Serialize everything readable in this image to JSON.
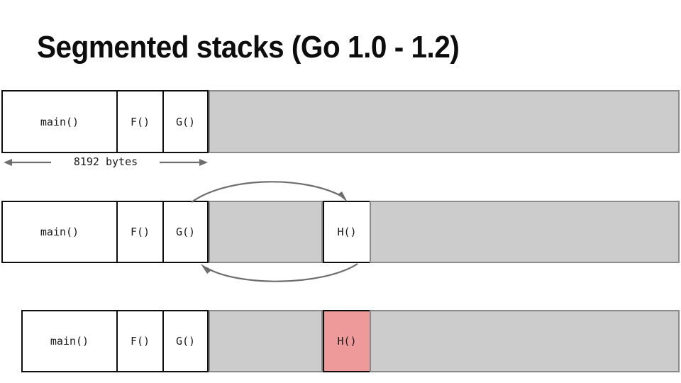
{
  "slide": {
    "title": "Segmented stacks (Go 1.0 - 1.2)",
    "background": "#ffffff"
  },
  "colors": {
    "frame_fill": "#ffffff",
    "frame_border": "#0f0f0f",
    "free_fill": "#cccccc",
    "free_border": "#8a8a8a",
    "highlight_fill": "#ef9a9a",
    "highlight_border": "#0f0f0f",
    "arrow": "#6e6e6e",
    "text": "#1a1a1a"
  },
  "measure": {
    "label": "8192 bytes",
    "left_arrow": "arrow-left-icon",
    "right_arrow": "arrow-right-icon"
  },
  "stacks": [
    {
      "id": "stack-initial",
      "segments": [
        {
          "label": "main()",
          "kind": "frame"
        },
        {
          "label": "F()",
          "kind": "frame"
        },
        {
          "label": "G()",
          "kind": "frame"
        },
        {
          "label": "",
          "kind": "free"
        }
      ]
    },
    {
      "id": "stack-split",
      "segments": [
        {
          "label": "main()",
          "kind": "frame"
        },
        {
          "label": "F()",
          "kind": "frame"
        },
        {
          "label": "G()",
          "kind": "frame"
        },
        {
          "label": "",
          "kind": "free"
        },
        {
          "label": "H()",
          "kind": "frame"
        },
        {
          "label": "",
          "kind": "free"
        }
      ],
      "arrows": [
        {
          "name": "call-arrow-forward",
          "direction": "right"
        },
        {
          "name": "return-arrow-back",
          "direction": "left"
        }
      ]
    },
    {
      "id": "stack-hotsplit",
      "segments": [
        {
          "label": "main()",
          "kind": "frame"
        },
        {
          "label": "F()",
          "kind": "frame"
        },
        {
          "label": "G()",
          "kind": "frame"
        },
        {
          "label": "",
          "kind": "free"
        },
        {
          "label": "H()",
          "kind": "highlight"
        },
        {
          "label": "",
          "kind": "free"
        }
      ]
    }
  ]
}
